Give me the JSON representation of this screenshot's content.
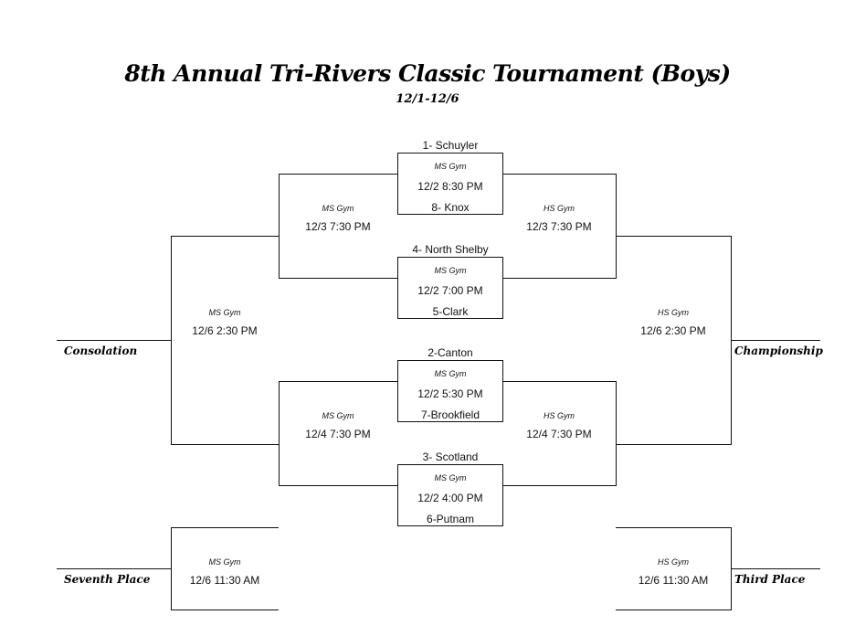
{
  "header": {
    "title": "8th Annual Tri-Rivers Classic Tournament (Boys)",
    "dates": "12/1-12/6"
  },
  "first_round": [
    {
      "top_team": "1- Schuyler",
      "venue": "MS Gym",
      "time": "12/2 8:30 PM",
      "bottom_team": "8- Knox"
    },
    {
      "top_team": "4- North Shelby",
      "venue": "MS Gym",
      "time": "12/2 7:00 PM",
      "bottom_team": "5-Clark"
    },
    {
      "top_team": "2-Canton",
      "venue": "MS Gym",
      "time": "12/2 5:30 PM",
      "bottom_team": "7-Brookfield"
    },
    {
      "top_team": "3- Scotland",
      "venue": "MS Gym",
      "time": "12/2 4:00 PM",
      "bottom_team": "6-Putnam"
    }
  ],
  "second_round": {
    "consolation_top": {
      "venue": "MS Gym",
      "time": "12/3 7:30 PM"
    },
    "winners_top": {
      "venue": "HS Gym",
      "time": "12/3 7:30 PM"
    },
    "consolation_bottom": {
      "venue": "MS Gym",
      "time": "12/4 7:30 PM"
    },
    "winners_bottom": {
      "venue": "HS Gym",
      "time": "12/4 7:30 PM"
    }
  },
  "finals": {
    "consolation": {
      "venue": "MS Gym",
      "time": "12/6 2:30 PM",
      "label": "Consolation"
    },
    "championship": {
      "venue": "HS Gym",
      "time": "12/6 2:30 PM",
      "label": "Championship"
    },
    "seventh_place": {
      "venue": "MS Gym",
      "time": "12/6 11:30 AM",
      "label": "Seventh Place"
    },
    "third_place": {
      "venue": "HS Gym",
      "time": "12/6 11:30 AM",
      "label": "Third Place"
    }
  }
}
